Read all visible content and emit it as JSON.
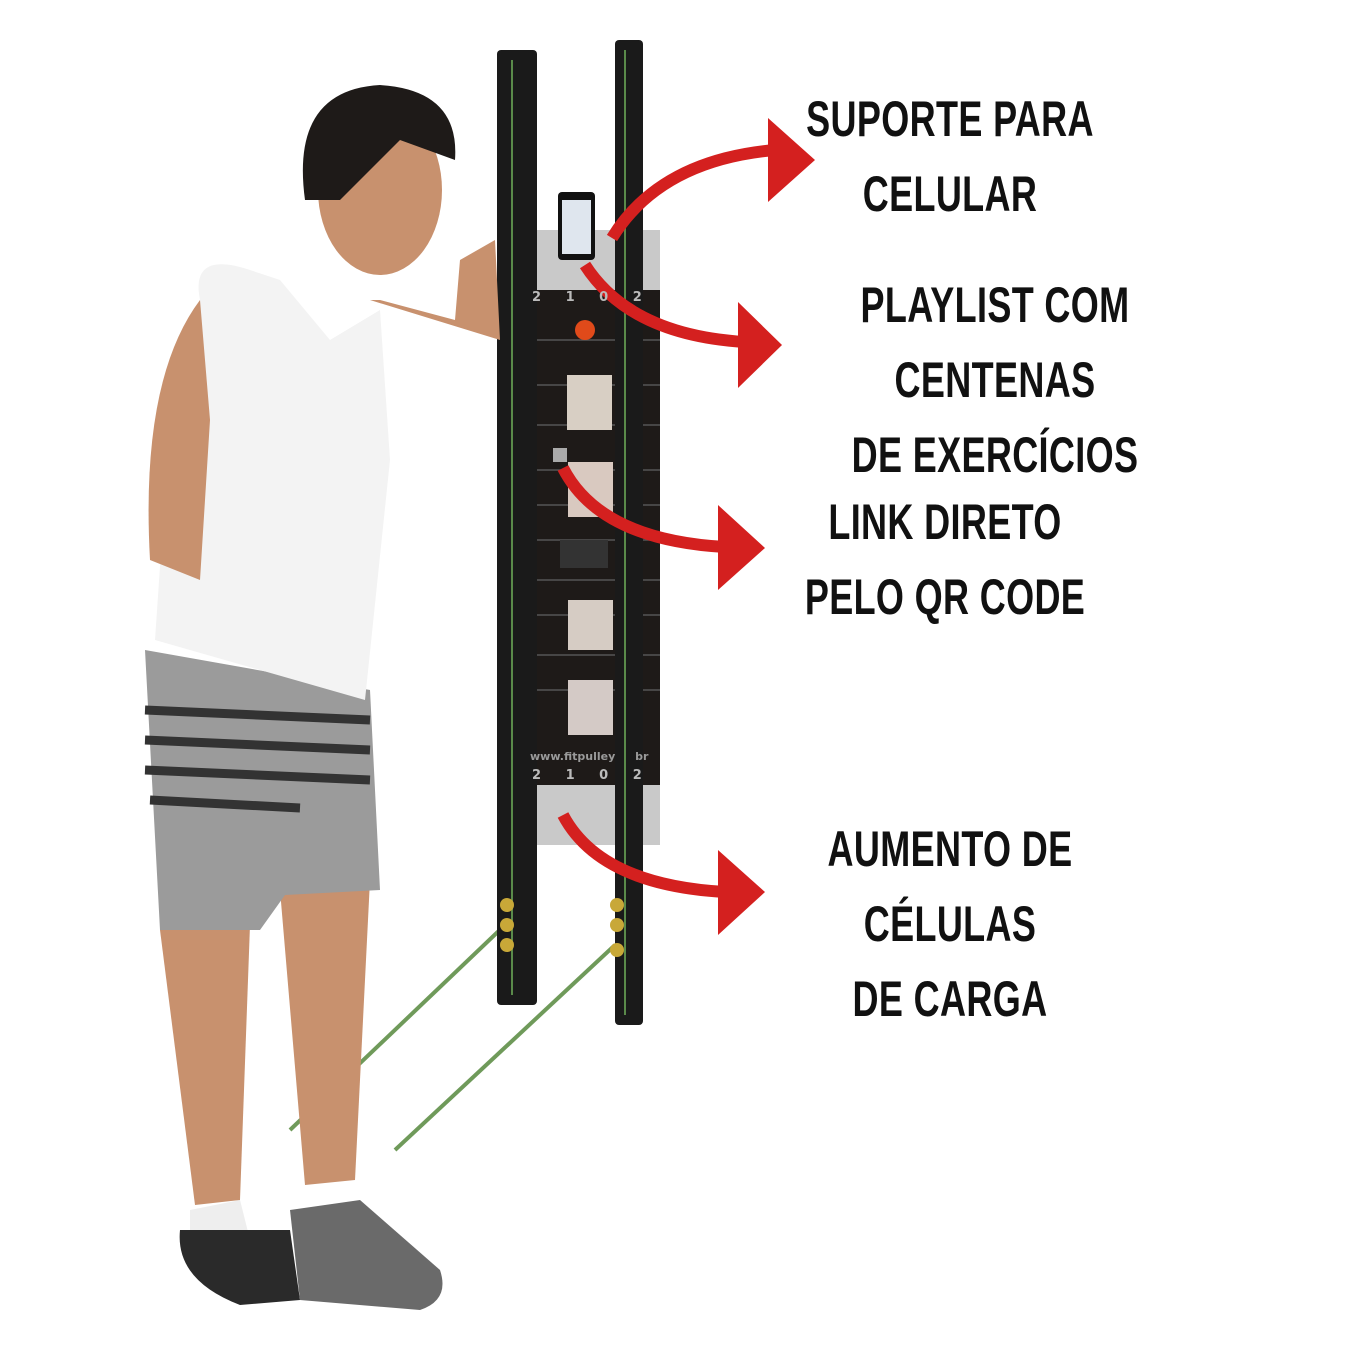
{
  "callouts": [
    {
      "lines": [
        "SUPORTE PARA",
        "CELULAR"
      ]
    },
    {
      "lines": [
        "PLAYLIST COM CENTENAS",
        "DE EXERCÍCIOS"
      ]
    },
    {
      "lines": [
        "LINK DIRETO",
        "PELO QR CODE"
      ]
    },
    {
      "lines": [
        "AUMENTO DE CÉLULAS",
        "DE CARGA"
      ]
    }
  ],
  "board": {
    "website": "www.fitpulley",
    "website_suffix": "br",
    "scale_top": [
      "2",
      "1",
      "0",
      "2"
    ],
    "scale_bottom": [
      "2",
      "1",
      "0",
      "2"
    ]
  },
  "colors": {
    "arrow": "#d4201f",
    "text": "#111111",
    "rail": "#1a1a1a",
    "board": "#1e1a18",
    "aluminum": "#c9c9c9"
  }
}
